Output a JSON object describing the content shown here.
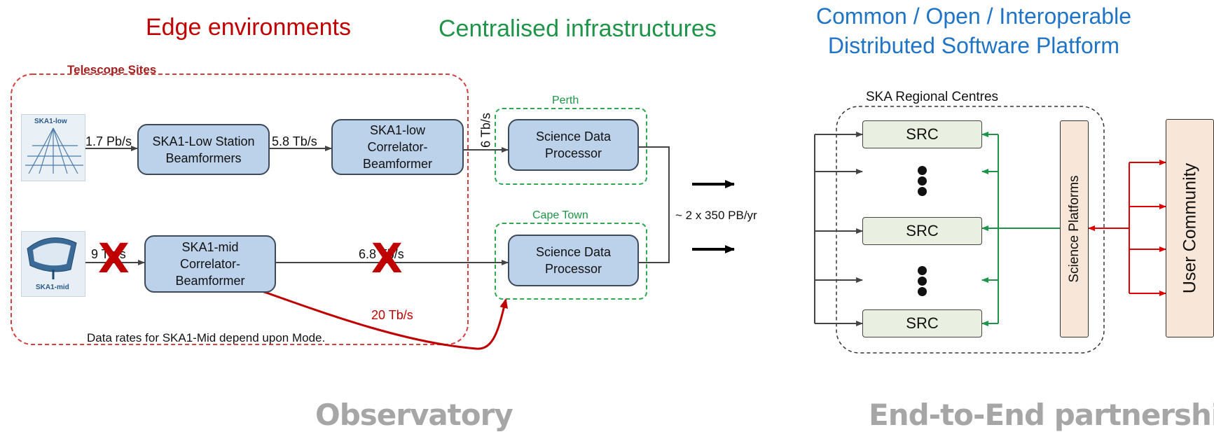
{
  "headings": {
    "edge": "Edge environments",
    "central": "Centralised infrastructures",
    "platform_line1": "Common / Open / Interoperable",
    "platform_line2": "Distributed Software Platform"
  },
  "telescope_sites": {
    "title": "Telescope Sites",
    "ska_low_icon_label": "SKA1-low",
    "ska_mid_icon_label": "SKA1-mid",
    "low_station_line1": "SKA1-Low Station",
    "low_station_line2": "Beamformers",
    "low_correlator_line1": "SKA1-low",
    "low_correlator_line2": "Correlator-",
    "low_correlator_line3": "Beamformer",
    "mid_correlator_line1": "SKA1-mid",
    "mid_correlator_line2": "Correlator-",
    "mid_correlator_line3": "Beamformer",
    "rate_low_in": "1.7 Pb/s",
    "rate_low_mid": "5.8 Tb/s",
    "rate_low_out": "6 Tb/s",
    "rate_mid_in": "9 Tb/s",
    "rate_mid_out": "6.8 Tb/s",
    "rate_mid_direct": "20 Tb/s",
    "strike_mark": "X",
    "footnote": "Data rates for SKA1-Mid depend upon Mode."
  },
  "sdp": {
    "perth_label": "Perth",
    "capetown_label": "Cape Town",
    "box_line1": "Science Data",
    "box_line2": "Processor",
    "output_rate": "~ 2 x 350 PB/yr"
  },
  "regional": {
    "title": "SKA Regional Centres",
    "src_label": "SRC",
    "science_platforms": "Science Platforms",
    "user_community": "User Community"
  },
  "footer": {
    "left": "Observatory",
    "right": "End-to-End partnership"
  },
  "colors": {
    "red": "#c00000",
    "green": "#1e9448",
    "blue": "#1f74c6",
    "box_fill": "#bcd2ea",
    "src_fill": "#e9f0e1",
    "platform_fill": "#f8e7d8"
  }
}
